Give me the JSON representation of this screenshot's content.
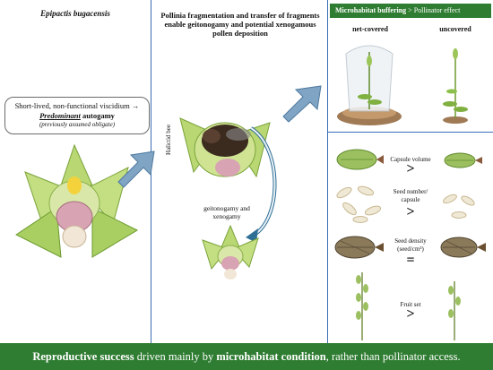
{
  "left": {
    "title": "Epipactis bugacensis",
    "callout_line1": "Short-lived, non-functional viscidium →",
    "callout_predominant": "Predominant",
    "callout_autogamy": " autogamy",
    "callout_line3": "(previously assumed obligate)"
  },
  "middle": {
    "title": "Pollinia fragmentation and transfer of fragments enable geitonogamy and potential xenogamous pollen deposition",
    "bee_label": "Halictid bee",
    "geito_label": "geitonogamy and xenogamy"
  },
  "right": {
    "header_bold": "Microhabitat buffering",
    "header_rest": " > Pollinator effect",
    "netcovered": "net-covered",
    "uncovered": "uncovered",
    "comparisons": [
      {
        "label": "Capsule volume",
        "symbol": ">"
      },
      {
        "label": "Seed number/ capsule",
        "symbol": ">"
      },
      {
        "label": "Seed density (seed/cm³)",
        "symbol": "="
      },
      {
        "label": "Fruit set",
        "symbol": ">"
      }
    ]
  },
  "footer": {
    "bold1": "Reproductive success",
    "text1": " driven mainly by ",
    "bold2": "microhabitat condition",
    "text2": ", rather than pollinator access."
  },
  "colors": {
    "accent_green": "#2f7d32",
    "divider_blue": "#3a6fb5",
    "arrow_blue": "#7fa4c4"
  }
}
